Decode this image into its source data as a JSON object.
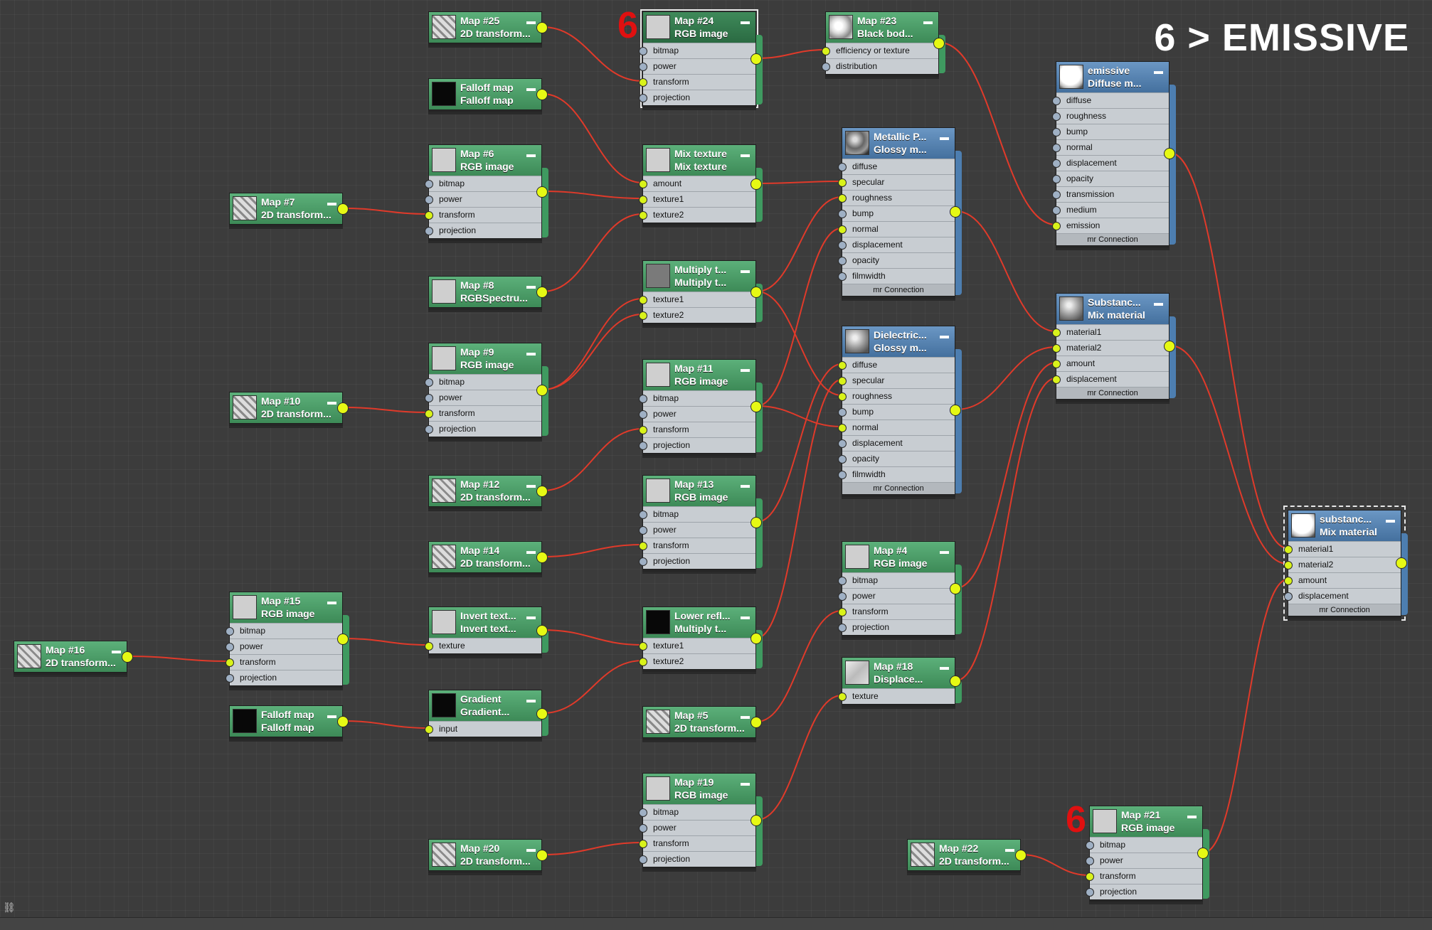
{
  "title": "6 > EMISSIVE",
  "marker": "6",
  "mr_label": "mr Connection",
  "colors": {
    "wire": "#e03a2a",
    "port_active": "#d9f21a",
    "port_idle": "#9fb0c4",
    "header_map": "#4a9c68",
    "header_material": "#5a86b4"
  },
  "nodes": [
    {
      "id": "map25",
      "t1": "Map #25",
      "t2": "2D transform...",
      "hdr": "g",
      "thumb": "transform-icon",
      "ports": []
    },
    {
      "id": "falloff_top",
      "t1": "Falloff map",
      "t2": "Falloff map",
      "hdr": "g",
      "thumb": "black-swatch-icon",
      "ports": []
    },
    {
      "id": "map24",
      "t1": "Map #24",
      "t2": "RGB image",
      "hdr": "gd",
      "thumb": "gray-swatch-icon",
      "ports": [
        "bitmap",
        "power",
        "transform",
        "projection"
      ]
    },
    {
      "id": "map23",
      "t1": "Map #23",
      "t2": "Black bod...",
      "hdr": "g",
      "thumb": "sphere-light-icon",
      "ports": [
        "efficiency or texture",
        "distribution"
      ]
    },
    {
      "id": "emissive",
      "t1": "emissive",
      "t2": "Diffuse m...",
      "hdr": "b",
      "thumb": "white-sphere-icon",
      "ports": [
        "diffuse",
        "roughness",
        "bump",
        "normal",
        "displacement",
        "opacity",
        "transmission",
        "medium",
        "emission"
      ]
    },
    {
      "id": "map6",
      "t1": "Map #6",
      "t2": "RGB image",
      "hdr": "g",
      "thumb": "gray-swatch-icon",
      "ports": [
        "bitmap",
        "power",
        "transform",
        "projection"
      ]
    },
    {
      "id": "mixtex",
      "t1": "Mix texture",
      "t2": "Mix texture",
      "hdr": "g",
      "thumb": "gray-swatch-icon",
      "ports": [
        "amount",
        "texture1",
        "texture2"
      ]
    },
    {
      "id": "metallic",
      "t1": "Metallic P...",
      "t2": "Glossy m...",
      "hdr": "b",
      "thumb": "metal-sphere-icon",
      "ports": [
        "diffuse",
        "specular",
        "roughness",
        "bump",
        "normal",
        "displacement",
        "opacity",
        "filmwidth"
      ]
    },
    {
      "id": "map7",
      "t1": "Map #7",
      "t2": "2D transform...",
      "hdr": "g",
      "thumb": "transform-icon",
      "ports": []
    },
    {
      "id": "map8",
      "t1": "Map #8",
      "t2": "RGBSpectru...",
      "hdr": "g",
      "thumb": "gray-swatch-icon",
      "ports": []
    },
    {
      "id": "multiply1",
      "t1": "Multiply t...",
      "t2": "Multiply t...",
      "hdr": "g",
      "thumb": "dark-gray-swatch-icon",
      "ports": [
        "texture1",
        "texture2"
      ]
    },
    {
      "id": "substance_mix1",
      "t1": "Substanc...",
      "t2": "Mix material",
      "hdr": "b",
      "thumb": "gray-sphere-icon",
      "ports": [
        "material1",
        "material2",
        "amount",
        "displacement"
      ]
    },
    {
      "id": "map9",
      "t1": "Map #9",
      "t2": "RGB image",
      "hdr": "g",
      "thumb": "gray-swatch-icon",
      "ports": [
        "bitmap",
        "power",
        "transform",
        "projection"
      ]
    },
    {
      "id": "dielectric",
      "t1": "Dielectric...",
      "t2": "Glossy m...",
      "hdr": "b",
      "thumb": "gray-sphere-icon",
      "ports": [
        "diffuse",
        "specular",
        "roughness",
        "bump",
        "normal",
        "displacement",
        "opacity",
        "filmwidth"
      ]
    },
    {
      "id": "map10",
      "t1": "Map #10",
      "t2": "2D transform...",
      "hdr": "g",
      "thumb": "transform-icon",
      "ports": []
    },
    {
      "id": "map11",
      "t1": "Map #11",
      "t2": "RGB image",
      "hdr": "g",
      "thumb": "gray-swatch-icon",
      "ports": [
        "bitmap",
        "power",
        "transform",
        "projection"
      ]
    },
    {
      "id": "map12",
      "t1": "Map #12",
      "t2": "2D transform...",
      "hdr": "g",
      "thumb": "transform-icon",
      "ports": []
    },
    {
      "id": "map13",
      "t1": "Map #13",
      "t2": "RGB image",
      "hdr": "g",
      "thumb": "gray-swatch-icon",
      "ports": [
        "bitmap",
        "power",
        "transform",
        "projection"
      ]
    },
    {
      "id": "map14",
      "t1": "Map #14",
      "t2": "2D transform...",
      "hdr": "g",
      "thumb": "transform-icon",
      "ports": []
    },
    {
      "id": "map4",
      "t1": "Map #4",
      "t2": "RGB image",
      "hdr": "g",
      "thumb": "gray-swatch-icon",
      "ports": [
        "bitmap",
        "power",
        "transform",
        "projection"
      ]
    },
    {
      "id": "substance_mix2",
      "t1": "substanc...",
      "t2": "Mix material",
      "hdr": "b",
      "thumb": "white-sphere-icon",
      "ports": [
        "material1",
        "material2",
        "amount",
        "displacement"
      ]
    },
    {
      "id": "map15",
      "t1": "Map #15",
      "t2": "RGB image",
      "hdr": "g",
      "thumb": "gray-swatch-icon",
      "ports": [
        "bitmap",
        "power",
        "transform",
        "projection"
      ]
    },
    {
      "id": "invert",
      "t1": "Invert text...",
      "t2": "Invert text...",
      "hdr": "g",
      "thumb": "gray-swatch-icon",
      "ports": [
        "texture"
      ]
    },
    {
      "id": "lowerrefl",
      "t1": "Lower refl...",
      "t2": "Multiply t...",
      "hdr": "g",
      "thumb": "black-swatch-icon",
      "ports": [
        "texture1",
        "texture2"
      ]
    },
    {
      "id": "map16",
      "t1": "Map #16",
      "t2": "2D transform...",
      "hdr": "g",
      "thumb": "transform-icon",
      "ports": []
    },
    {
      "id": "map18",
      "t1": "Map #18",
      "t2": "Displace...",
      "hdr": "g",
      "thumb": "displace-icon",
      "ports": [
        "texture"
      ]
    },
    {
      "id": "falloff_bot",
      "t1": "Falloff map",
      "t2": "Falloff map",
      "hdr": "g",
      "thumb": "black-swatch-icon",
      "ports": []
    },
    {
      "id": "gradient",
      "t1": "Gradient",
      "t2": "Gradient...",
      "hdr": "g",
      "thumb": "black-swatch-icon",
      "ports": [
        "input"
      ]
    },
    {
      "id": "map5",
      "t1": "Map #5",
      "t2": "2D transform...",
      "hdr": "g",
      "thumb": "transform-icon",
      "ports": []
    },
    {
      "id": "map19",
      "t1": "Map #19",
      "t2": "RGB image",
      "hdr": "g",
      "thumb": "gray-swatch-icon",
      "ports": [
        "bitmap",
        "power",
        "transform",
        "projection"
      ]
    },
    {
      "id": "map21",
      "t1": "Map #21",
      "t2": "RGB image",
      "hdr": "g",
      "thumb": "gray-swatch-icon",
      "ports": [
        "bitmap",
        "power",
        "transform",
        "projection"
      ]
    },
    {
      "id": "map20",
      "t1": "Map #20",
      "t2": "2D transform...",
      "hdr": "g",
      "thumb": "transform-icon",
      "ports": []
    },
    {
      "id": "map22",
      "t1": "Map #22",
      "t2": "2D transform...",
      "hdr": "g",
      "thumb": "transform-icon",
      "ports": []
    }
  ],
  "connections": [
    {
      "from": "map25",
      "to": "map24",
      "port": "transform"
    },
    {
      "from": "map24",
      "to": "map23",
      "port": "efficiency or texture"
    },
    {
      "from": "map23",
      "to": "emissive",
      "port": "emission"
    },
    {
      "from": "falloff_top",
      "to": "mixtex",
      "port": "amount"
    },
    {
      "from": "map6",
      "to": "mixtex",
      "port": "texture1"
    },
    {
      "from": "map7",
      "to": "map6",
      "port": "transform"
    },
    {
      "from": "map8",
      "to": "mixtex",
      "port": "texture2"
    },
    {
      "from": "mixtex",
      "to": "metallic",
      "port": "specular"
    },
    {
      "from": "map9",
      "to": "multiply1",
      "port": "texture1"
    },
    {
      "from": "map9",
      "to": "multiply1",
      "port": "texture2"
    },
    {
      "from": "map10",
      "to": "map9",
      "port": "transform"
    },
    {
      "from": "multiply1",
      "to": "metallic",
      "port": "roughness"
    },
    {
      "from": "multiply1",
      "to": "dielectric",
      "port": "roughness"
    },
    {
      "from": "map11",
      "to": "metallic",
      "port": "normal"
    },
    {
      "from": "map11",
      "to": "dielectric",
      "port": "normal"
    },
    {
      "from": "map12",
      "to": "map11",
      "port": "transform"
    },
    {
      "from": "map13",
      "to": "dielectric",
      "port": "diffuse"
    },
    {
      "from": "map14",
      "to": "map13",
      "port": "transform"
    },
    {
      "from": "map15",
      "to": "invert",
      "port": "texture"
    },
    {
      "from": "map16",
      "to": "map15",
      "port": "transform"
    },
    {
      "from": "invert",
      "to": "lowerrefl",
      "port": "texture1"
    },
    {
      "from": "falloff_bot",
      "to": "gradient",
      "port": "input"
    },
    {
      "from": "gradient",
      "to": "lowerrefl",
      "port": "texture2"
    },
    {
      "from": "lowerrefl",
      "to": "dielectric",
      "port": "specular"
    },
    {
      "from": "map5",
      "to": "map4",
      "port": "transform"
    },
    {
      "from": "map19",
      "to": "map18",
      "port": "texture"
    },
    {
      "from": "map20",
      "to": "map19",
      "port": "transform"
    },
    {
      "from": "metallic",
      "to": "substance_mix1",
      "port": "material1"
    },
    {
      "from": "dielectric",
      "to": "substance_mix1",
      "port": "material2"
    },
    {
      "from": "map4",
      "to": "substance_mix1",
      "port": "amount"
    },
    {
      "from": "map18",
      "to": "substance_mix1",
      "port": "displacement"
    },
    {
      "from": "emissive",
      "to": "substance_mix2",
      "port": "material1"
    },
    {
      "from": "substance_mix1",
      "to": "substance_mix2",
      "port": "material2"
    },
    {
      "from": "map21",
      "to": "substance_mix2",
      "port": "amount"
    },
    {
      "from": "map22",
      "to": "map21",
      "port": "transform"
    }
  ]
}
